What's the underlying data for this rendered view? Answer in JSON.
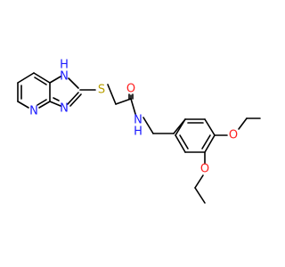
{
  "molecule": {
    "atoms": {
      "n_pyridine": {
        "symbol": "N",
        "color": "#1a1aff"
      },
      "n3_imidazole": {
        "symbol": "N",
        "color": "#1a1aff"
      },
      "nh_imidazole": {
        "symbol": "H",
        "sub": "N",
        "color": "#1a1aff"
      },
      "s_thioether": {
        "symbol": "S",
        "color": "#b8a000"
      },
      "o_carbonyl": {
        "symbol": "O",
        "color": "#ff2020"
      },
      "nh_amide": {
        "symbol": "N",
        "sub": "H",
        "color": "#1a1aff"
      },
      "o_ether_para": {
        "symbol": "O",
        "color": "#ff2020"
      },
      "o_ether_meta": {
        "symbol": "O",
        "color": "#ff2020"
      }
    }
  }
}
